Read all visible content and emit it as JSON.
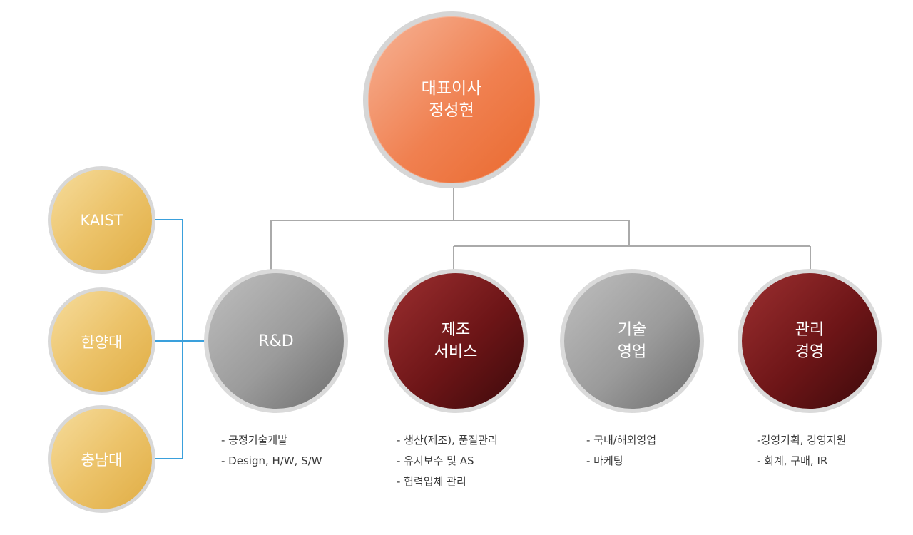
{
  "ceo": {
    "line1": "대표이사",
    "line2": "정성현"
  },
  "departments": [
    {
      "line1": "R&D",
      "line2": "",
      "duties": [
        "- 공정기술개발",
        "- Design, H/W, S/W"
      ]
    },
    {
      "line1": "제조",
      "line2": "서비스",
      "duties": [
        "- 생산(제조), 품질관리",
        "- 유지보수 및 AS",
        "- 협력업체  관리"
      ]
    },
    {
      "line1": "기술",
      "line2": "영업",
      "duties": [
        "- 국내/해외영업",
        "- 마케팅"
      ]
    },
    {
      "line1": "관리",
      "line2": "경영",
      "duties": [
        "-경영기획, 경영지원",
        "- 회계, 구매, IR"
      ]
    }
  ],
  "partners": [
    "KAIST",
    "한양대",
    "충남대"
  ],
  "colors": {
    "ceo": "#f08050",
    "dept_gray": "#9b9b9b",
    "dept_wine": "#6d1517",
    "partner": "#ecc36a",
    "connector": "#aaaaaa",
    "partner_connector": "#3aa0dc"
  }
}
